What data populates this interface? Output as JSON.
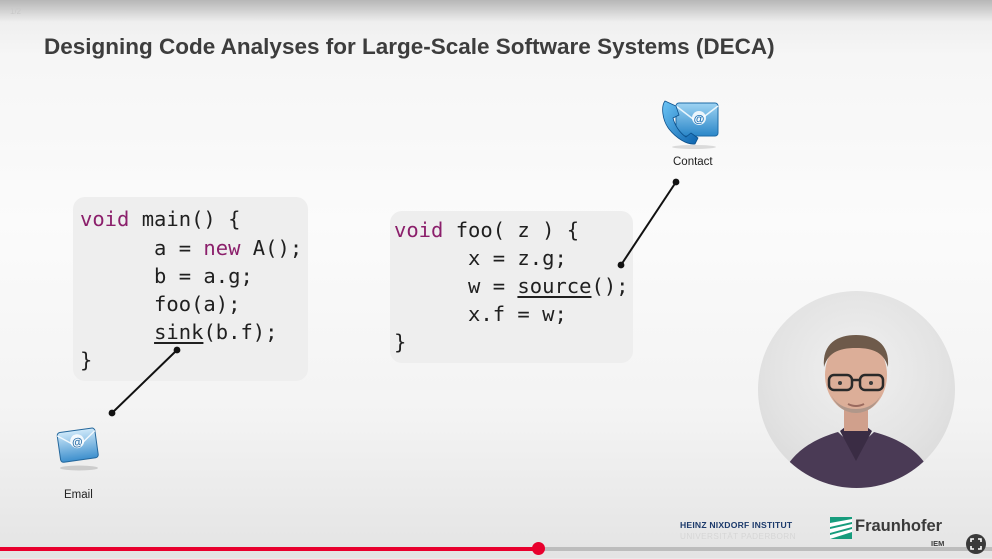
{
  "corner_mark": "1/2",
  "slide": {
    "title": "Designing Code Analyses for Large-Scale Software Systems (DECA)"
  },
  "code_main": {
    "line1": {
      "kw": "void",
      "rest": " main() {"
    },
    "line2": {
      "pre": "      a = ",
      "kw": "new",
      "post": " A();"
    },
    "line3": "      b = a.g;",
    "line4": "      foo(a);",
    "line5": {
      "pre": "      ",
      "call": "sink",
      "post": "(b.f);"
    },
    "line6": "}"
  },
  "code_foo": {
    "line1": {
      "kw": "void",
      "rest": " foo( z ) {"
    },
    "line2": "      x = z.g;",
    "line3": {
      "pre": "      w = ",
      "call": "source",
      "post": "();"
    },
    "line4": "      x.f = w;",
    "line5": "}"
  },
  "icons": {
    "contact_label": "Contact",
    "email_label": "Email",
    "contact_icon": "phone-mail-icon",
    "email_icon": "email-icon"
  },
  "footer": {
    "hni_line1": "HEINZ NIXDORF INSTITUT",
    "hni_line2": "UNIVERSITÄT PADERBORN",
    "fraunhofer_name": "Fraunhofer",
    "fraunhofer_sub": "IEM"
  },
  "player": {
    "progress_fraction": 0.542,
    "accent": "#e8002d"
  }
}
